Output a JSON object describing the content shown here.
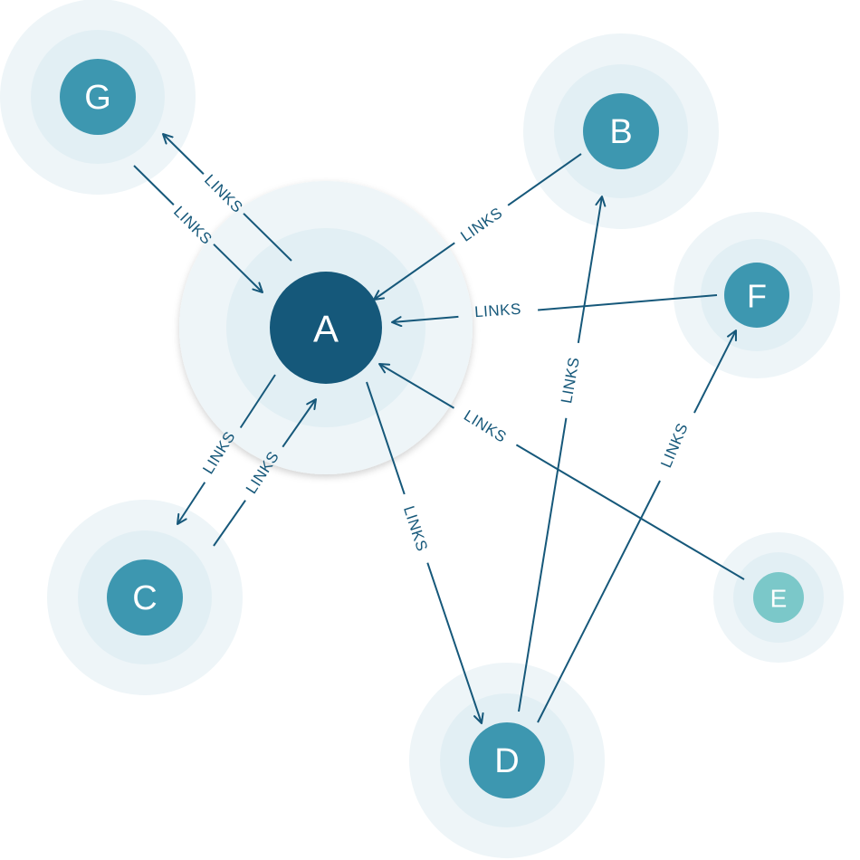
{
  "colors": {
    "halo_outer": "#eef5f8",
    "halo_inner": "#e2eff4",
    "node": "#3d97b0",
    "node_main": "#15587a",
    "node_light": "#7bc8c9",
    "edge": "#16587a",
    "node_text": "#ffffff"
  },
  "nodes": [
    {
      "id": "A",
      "label": "A",
      "variant": "main"
    },
    {
      "id": "B",
      "label": "B",
      "variant": "default"
    },
    {
      "id": "C",
      "label": "C",
      "variant": "default"
    },
    {
      "id": "D",
      "label": "D",
      "variant": "default"
    },
    {
      "id": "E",
      "label": "E",
      "variant": "light"
    },
    {
      "id": "F",
      "label": "F",
      "variant": "default"
    },
    {
      "id": "G",
      "label": "G",
      "variant": "default"
    }
  ],
  "edges": [
    {
      "id": "a-g",
      "source": "A",
      "target": "G",
      "label": "LINKS"
    },
    {
      "id": "g-a",
      "source": "G",
      "target": "A",
      "label": "LINKS"
    },
    {
      "id": "b-a",
      "source": "B",
      "target": "A",
      "label": "LINKS"
    },
    {
      "id": "f-a",
      "source": "F",
      "target": "A",
      "label": "LINKS"
    },
    {
      "id": "e-a",
      "source": "E",
      "target": "A",
      "label": "LINKS"
    },
    {
      "id": "a-c",
      "source": "A",
      "target": "C",
      "label": "LINKS"
    },
    {
      "id": "c-a",
      "source": "C",
      "target": "A",
      "label": "LINKS"
    },
    {
      "id": "a-d",
      "source": "A",
      "target": "D",
      "label": "LINKS"
    },
    {
      "id": "d-b",
      "source": "D",
      "target": "B",
      "label": "LINKS"
    },
    {
      "id": "d-f",
      "source": "D",
      "target": "F",
      "label": "LINKS"
    }
  ]
}
